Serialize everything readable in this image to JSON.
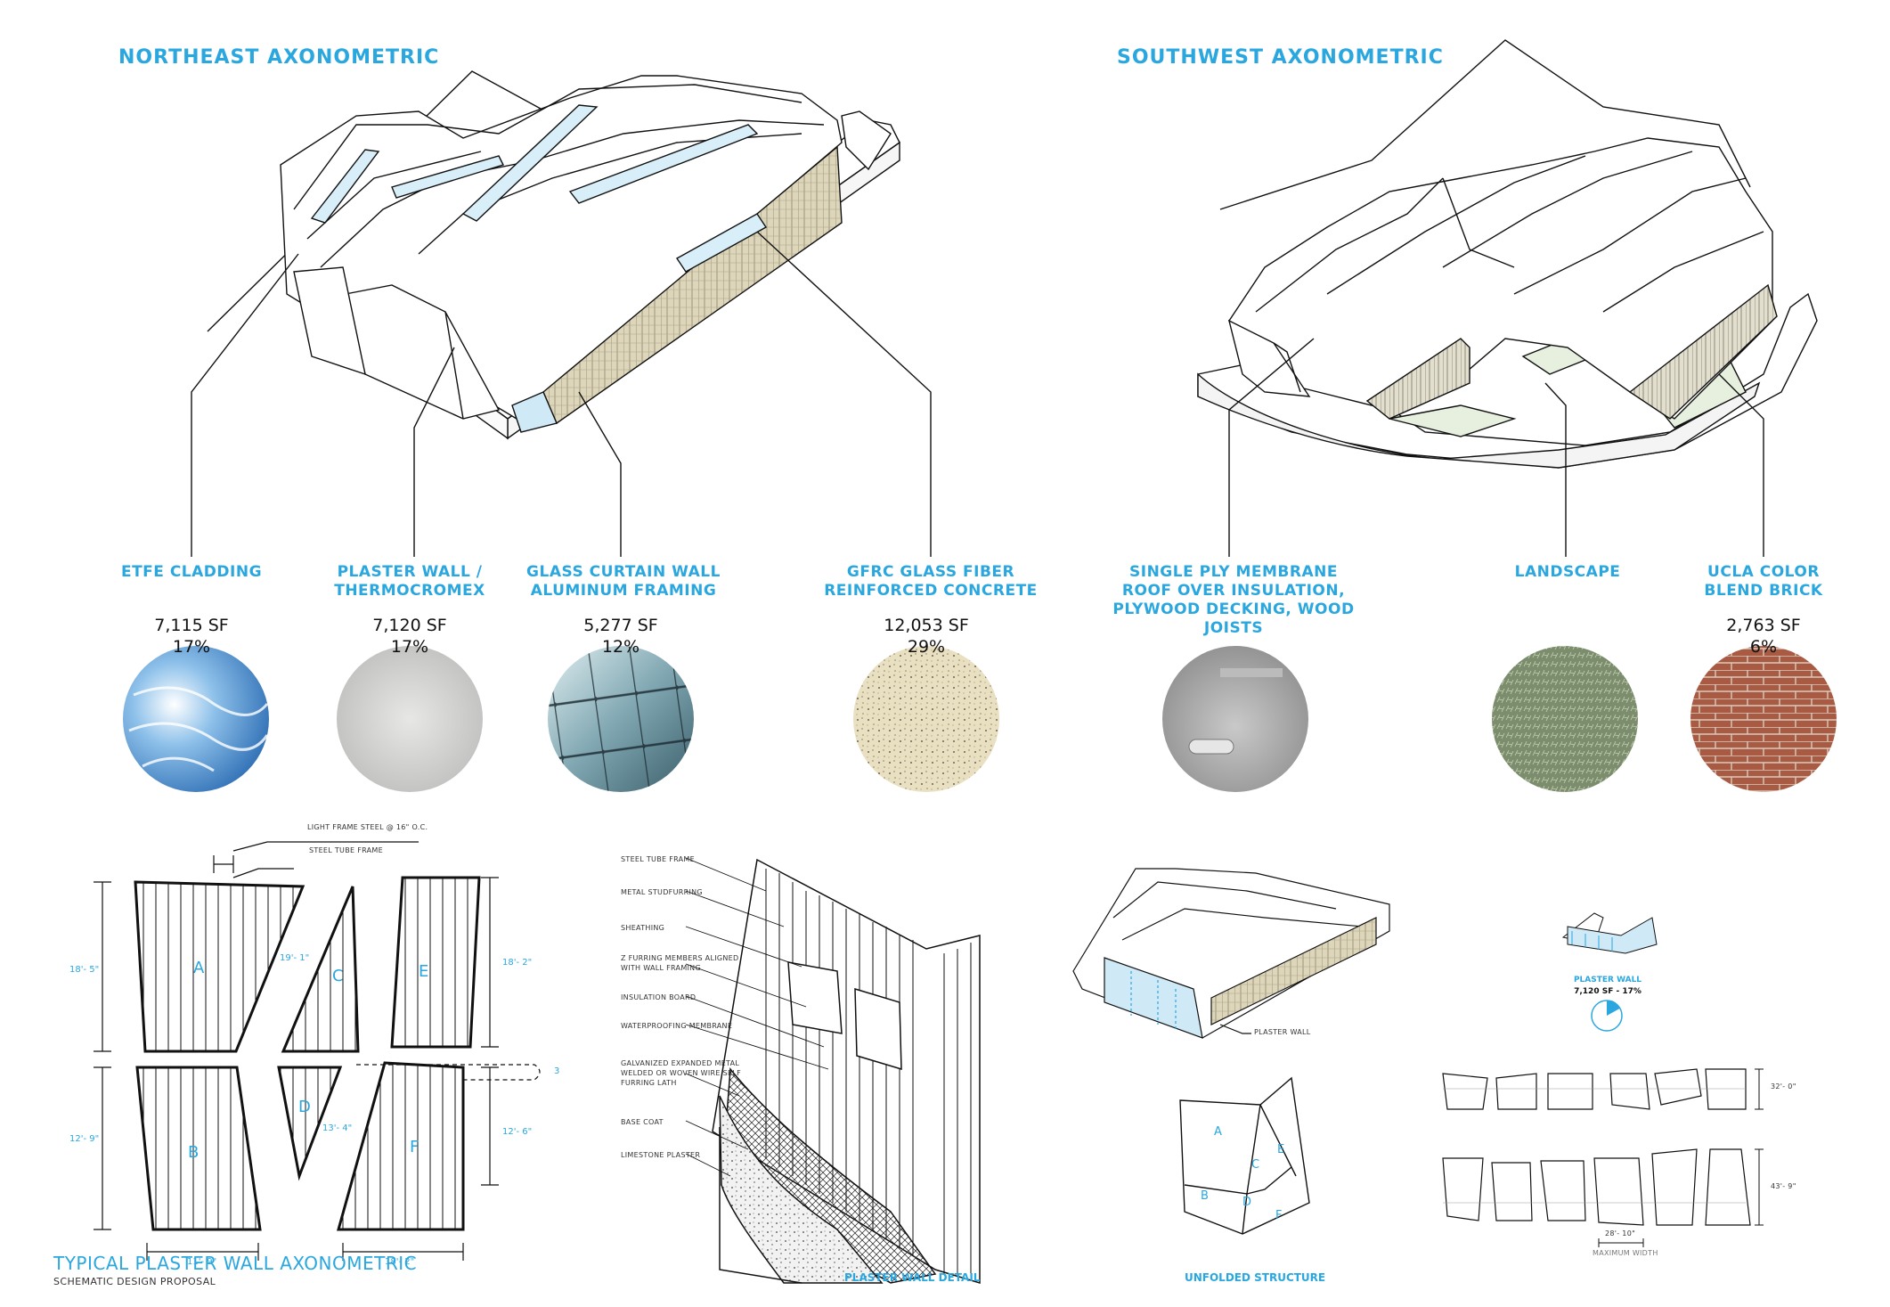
{
  "headings": {
    "northeast": "NORTHEAST AXONOMETRIC",
    "southwest": "SOUTHWEST AXONOMETRIC",
    "typical_plaster": "TYPICAL PLASTER WALL AXONOMETRIC",
    "schematic": "SCHEMATIC DESIGN PROPOSAL",
    "plaster_detail": "PLASTER WALL DETAIL",
    "unfolded": "UNFOLDED STRUCTURE"
  },
  "materials": [
    {
      "label_1": "ETFE CLADDING",
      "label_2": "",
      "label_3": "",
      "area": "7,115 SF",
      "pct": "17%"
    },
    {
      "label_1": "PLASTER WALL /",
      "label_2": "THERMOCROMEX",
      "label_3": "",
      "area": "7,120 SF",
      "pct": "17%"
    },
    {
      "label_1": "GLASS CURTAIN WALL",
      "label_2": "ALUMINUM FRAMING",
      "label_3": "",
      "area": "5,277 SF",
      "pct": "12%"
    },
    {
      "label_1": "GFRC GLASS FIBER",
      "label_2": "REINFORCED CONCRETE",
      "label_3": "",
      "area": "12,053 SF",
      "pct": "29%"
    },
    {
      "label_1": "SINGLE PLY MEMBRANE",
      "label_2": "ROOF OVER INSULATION,",
      "label_3": "PLYWOOD DECKING, WOOD JOISTS",
      "area": "",
      "pct": ""
    },
    {
      "label_1": "LANDSCAPE",
      "label_2": "",
      "label_3": "",
      "area": "",
      "pct": ""
    },
    {
      "label_1": "UCLA COLOR",
      "label_2": "BLEND BRICK",
      "label_3": "",
      "area": "2,763 SF",
      "pct": "6%"
    }
  ],
  "panel_annotations": {
    "light_frame": "LIGHT FRAME STEEL @ 16\" O.C.",
    "steel_tube": "STEEL TUBE FRAME"
  },
  "panel_letters": [
    "A",
    "B",
    "C",
    "D",
    "E",
    "F"
  ],
  "panel_dims": {
    "a_height": "18'- 5\"",
    "c_diag": "19'- 1\"",
    "e_height": "18'- 2\"",
    "b_height": "12'- 9\"",
    "d_diag": "13'- 4\"",
    "f_height": "12'- 6\"",
    "b_width": "11'- 9\"",
    "f_width": "18'- 2\"",
    "side_mark": "3"
  },
  "detail_layers": [
    "STEEL TUBE FRAME",
    "METAL STUDFURRING",
    "SHEATHING",
    "Z FURRING MEMBERS ALIGNED",
    "WITH WALL FRAMING",
    "INSULATION BOARD",
    "WATERPROOFING MEMBRANE",
    "GALVANIZED EXPANDED METAL",
    "WELDED OR WOVEN WIRE SELF",
    "FURRING LATH",
    "BASE COAT",
    "LIMESTONE PLASTER"
  ],
  "small_axo_label": "PLASTER WALL",
  "key_plan": {
    "title": "PLASTER WALL",
    "stat": "7,120 SF - 17%",
    "fraction": 0.17
  },
  "unfolded_right": {
    "dim_top": "32'- 0\"",
    "dim_bottom": "43'- 9\"",
    "dim_width": "28'- 10\"",
    "max_width": "MAXIMUM WIDTH"
  },
  "colors": {
    "accent": "#2aa7df",
    "gfrc": "#e2dcc3",
    "landscape": "#e7f0df",
    "brick": "#a85a43",
    "plaster_fill": "#cfe9f6"
  }
}
